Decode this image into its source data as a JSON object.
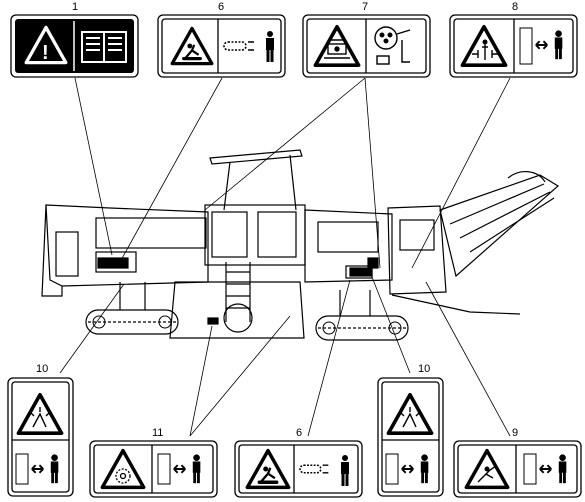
{
  "labels": {
    "l1": "1",
    "l6a": "6",
    "l7": "7",
    "l8": "8",
    "l10a": "10",
    "l10b": "10",
    "l11": "11",
    "l6b": "6",
    "l9": "9"
  },
  "colors": {
    "ink": "#000000",
    "paper": "#ffffff"
  },
  "icons": [
    "warning-triangle-icon",
    "manual-book-icon",
    "crush-hazard-icon",
    "keep-distance-icon",
    "hot-surface-icon",
    "pinch-hazard-icon",
    "cutting-drum-icon",
    "tow-hazard-icon"
  ]
}
